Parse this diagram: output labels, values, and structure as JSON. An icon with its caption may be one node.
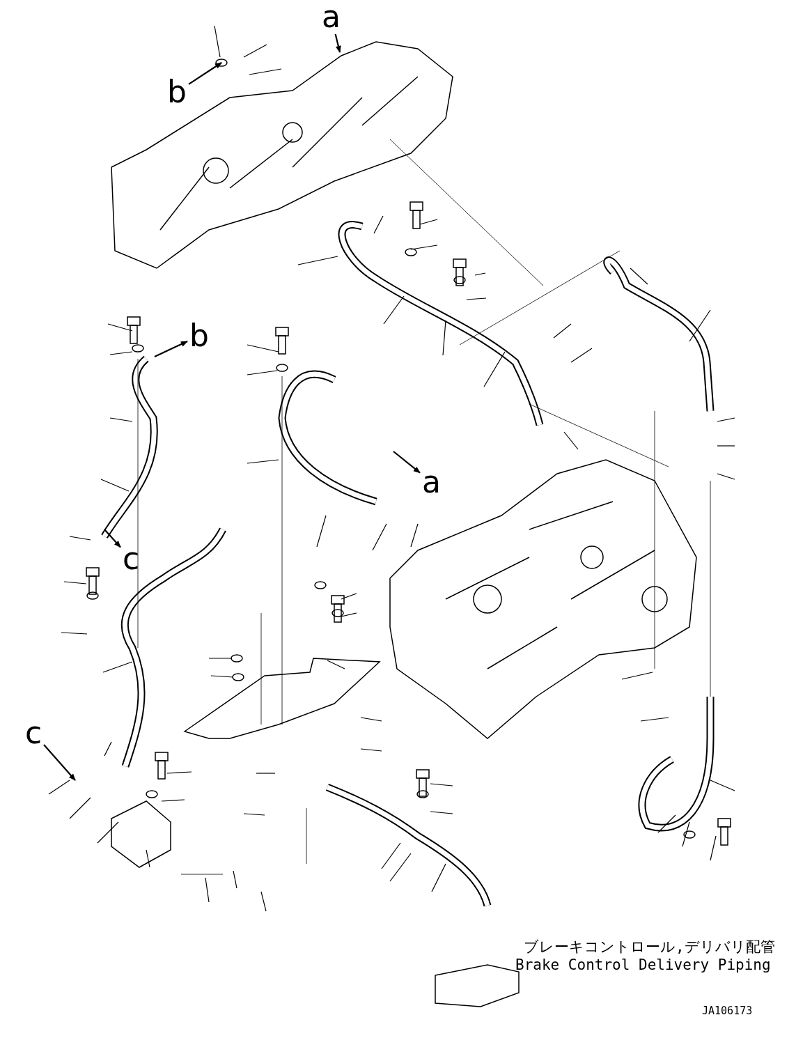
{
  "diagram": {
    "nodes": [
      {
        "text": [
          "a"
        ]
      },
      {
        "text": [
          "b"
        ]
      },
      {
        "text": [
          "b"
        ]
      },
      {
        "text": [
          "a"
        ]
      },
      {
        "text": [
          "c"
        ]
      },
      {
        "text": [
          "c"
        ]
      }
    ],
    "edges": [
      {
        "from": 0,
        "to": null,
        "arrow": "to"
      },
      {
        "from": 1,
        "to": null,
        "arrow": "to"
      },
      {
        "from": null,
        "to": 2,
        "arrow": "to"
      },
      {
        "from": null,
        "to": 3,
        "arrow": "to"
      },
      {
        "from": null,
        "to": 4,
        "arrow": "to"
      },
      {
        "from": 5,
        "to": null,
        "arrow": "to"
      }
    ],
    "labels": [
      "ブレーキコントロール,デリバリ配管",
      "Brake Control Delivery Piping",
      "JA106173"
    ]
  }
}
